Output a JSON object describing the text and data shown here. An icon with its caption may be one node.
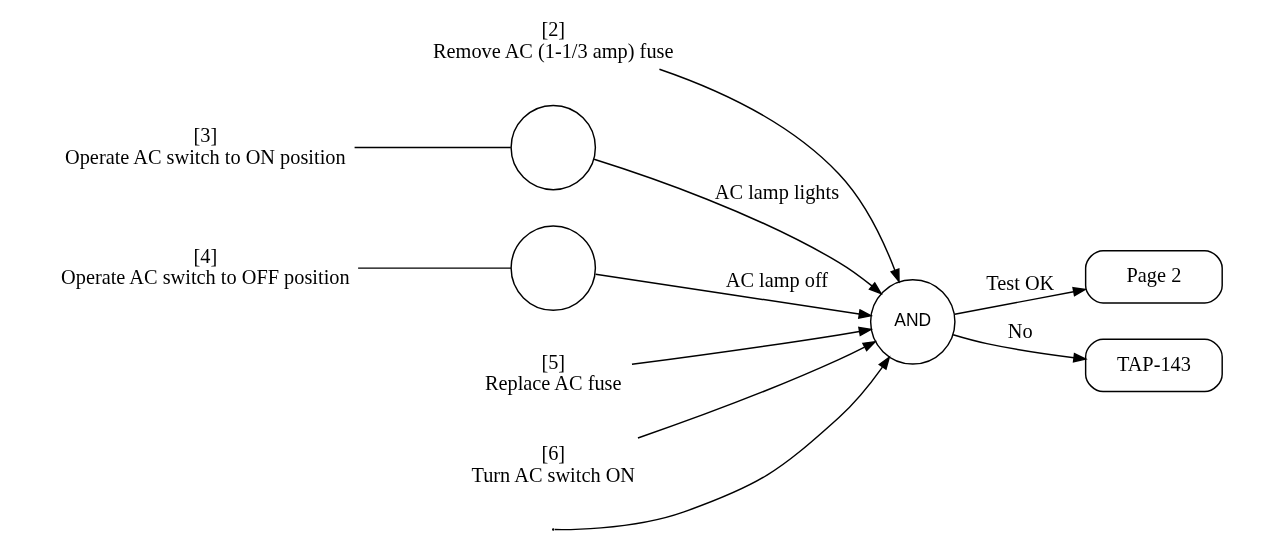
{
  "diagram": {
    "nodes": [
      {
        "text": [
          "[2]",
          "Remove AC (1-1/3 amp) fuse"
        ]
      },
      {
        "text": [
          "[3]",
          "Operate AC switch to ON position"
        ]
      },
      {
        "text": [],
        "shape": "circle"
      },
      {
        "text": [
          "[4]",
          "Operate AC switch to OFF position"
        ]
      },
      {
        "text": [],
        "shape": "circle"
      },
      {
        "text": [
          "[5]",
          "Replace AC fuse"
        ]
      },
      {
        "text": [
          "[6]",
          "Turn AC switch ON"
        ]
      },
      {
        "text": [
          "AND"
        ]
      },
      {
        "text": [
          "Page 2"
        ]
      },
      {
        "text": [
          "TAP-143"
        ]
      }
    ],
    "edges": [
      {
        "from": null,
        "to": 7,
        "arrow": "to"
      },
      {
        "from": 0,
        "to": 7,
        "arrow": "to"
      },
      {
        "from": 1,
        "to": 2,
        "arrow": "none"
      },
      {
        "from": 2,
        "to": 7,
        "arrow": "to",
        "label": "AC lamp lights"
      },
      {
        "from": 3,
        "to": 4,
        "arrow": "none"
      },
      {
        "from": 4,
        "to": 7,
        "arrow": "to",
        "label": "AC lamp off"
      },
      {
        "from": 5,
        "to": 7,
        "arrow": "to"
      },
      {
        "from": 6,
        "to": 7,
        "arrow": "to"
      },
      {
        "from": 7,
        "to": 8,
        "arrow": "to",
        "label": "Test OK"
      },
      {
        "from": 7,
        "to": 9,
        "arrow": "to",
        "label": "No"
      }
    ]
  }
}
